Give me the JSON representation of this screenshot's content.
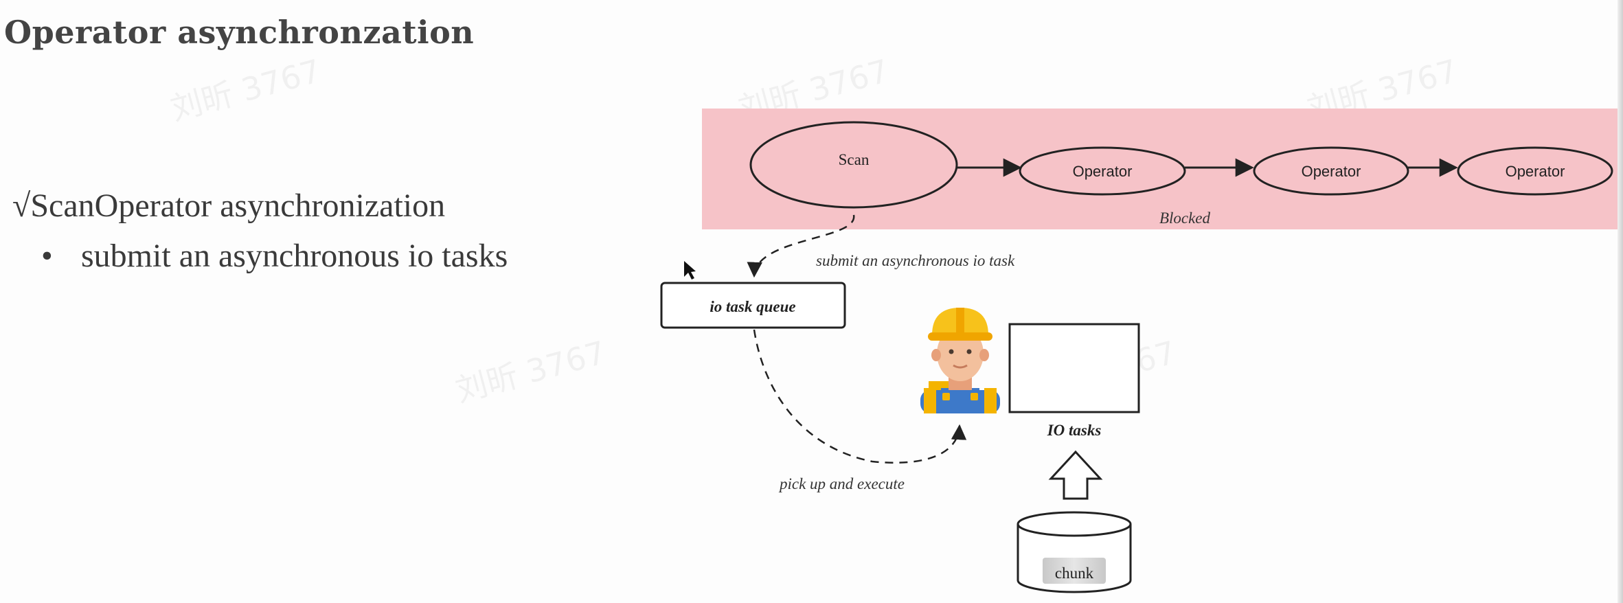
{
  "slide": {
    "title": "Operator asynchronzation",
    "bullets": {
      "main_mark": "√",
      "main": "ScanOperator asynchronization",
      "sub_mark": "•",
      "sub": "submit an asynchronous io tasks"
    }
  },
  "diagram": {
    "scan_label": "Scan",
    "operators": [
      "Operator",
      "Operator",
      "Operator"
    ],
    "blocked_label": "Blocked",
    "submit_label": "submit an asynchronous io task",
    "queue_label": "io task queue",
    "pickup_label": "pick up and execute",
    "io_tasks_label": "IO tasks",
    "chunk_label": "chunk",
    "worker_icon": "construction-worker-icon",
    "blocked_band_color": "#f6c3c8"
  },
  "watermark": "刘昕 3767"
}
